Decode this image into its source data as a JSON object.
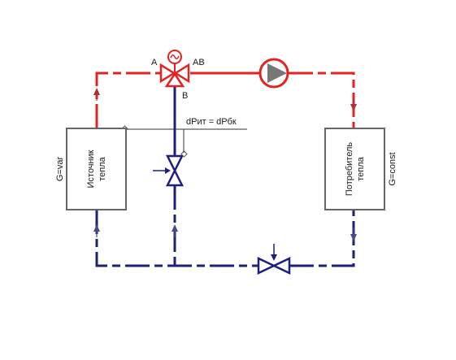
{
  "colors": {
    "hot_line": "#e32222",
    "cold_line": "#1f1f7a",
    "box_stroke": "#666666",
    "thin_line": "#333333",
    "pump_body": "#777777"
  },
  "labels": {
    "port_a": "A",
    "port_ab": "AB",
    "port_b": "B",
    "pressure_eq": "dPит = dPбк",
    "source_box": [
      "Источник",
      "тепла"
    ],
    "consumer_box": [
      "Потребитель",
      "тепла"
    ],
    "source_flow": "G=var",
    "consumer_flow": "G=const"
  },
  "icons": {
    "three_way_valve": "three-way-valve-icon",
    "actuator": "motor-actuator-icon",
    "pump": "circulation-pump-icon",
    "balancing_valve": "balancing-valve-icon",
    "bypass_valve": "bypass-valve-icon",
    "flow_arrow": "flow-arrow-icon"
  }
}
